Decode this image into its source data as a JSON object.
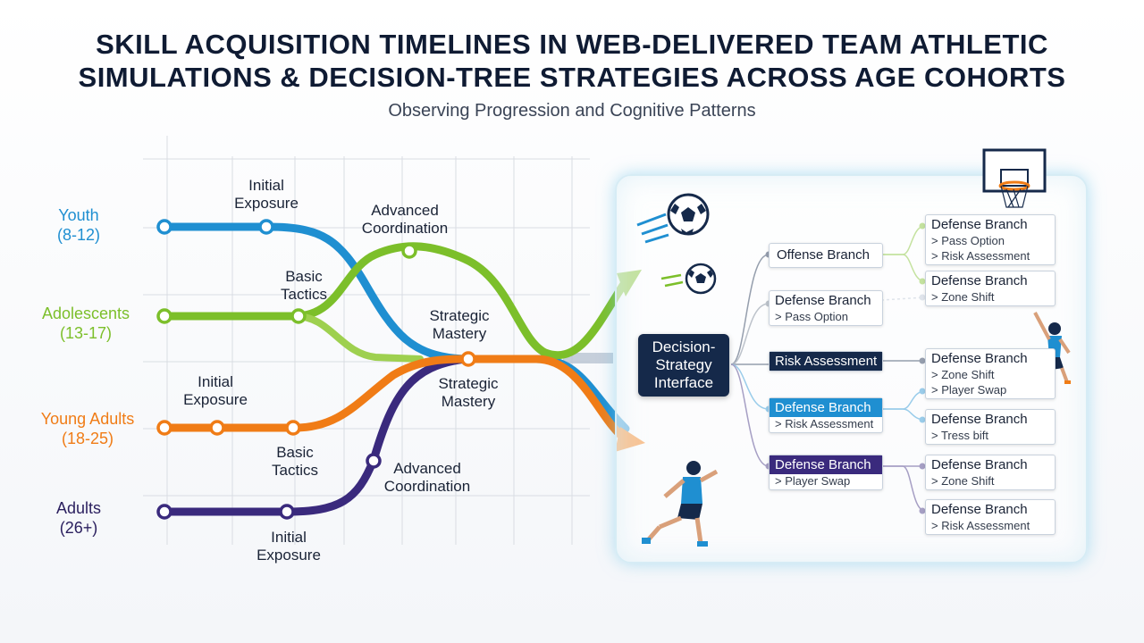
{
  "title_line1": "SKILL ACQUISITION TIMELINES IN WEB-DELIVERED TEAM ATHLETIC",
  "title_line2": "SIMULATIONS & DECISION-TREE STRATEGIES ACROSS AGE COHORTS",
  "subtitle": "Observing Progression and Cognitive Patterns",
  "colors": {
    "youth": "#1f8fd1",
    "adolescents": "#7cbf2a",
    "young_adults": "#f07c16",
    "adults": "#3a2a7d",
    "navy": "#15294a"
  },
  "cohorts": [
    {
      "name": "Youth",
      "range": "(8-12)"
    },
    {
      "name": "Adolescents",
      "range": "(13-17)"
    },
    {
      "name": "Young Adults",
      "range": "(18-25)"
    },
    {
      "name": "Adults",
      "range": "(26+)"
    }
  ],
  "stages": {
    "youth_initial": [
      "Initial",
      "Exposure"
    ],
    "advanced_top": [
      "Advanced",
      "Coordination"
    ],
    "basic_top": [
      "Basic",
      "Tactics"
    ],
    "strategic_top": [
      "Strategic",
      "Mastery"
    ],
    "initial_mid": [
      "Initial",
      "Exposure"
    ],
    "strategic_mid": [
      "Strategic",
      "Mastery"
    ],
    "basic_bottom": [
      "Basic",
      "Tactics"
    ],
    "advanced_bottom": [
      "Advanced",
      "Coordination"
    ],
    "initial_bottom": [
      "Initial",
      "Exposure"
    ]
  },
  "core": [
    "Decision-",
    "Strategy",
    "Interface"
  ],
  "tree": {
    "offense": {
      "title": "Offense Branch"
    },
    "defense_a": {
      "title": "Defense Branch",
      "sub": "> Pass Option"
    },
    "risk": {
      "title": "Risk Assessment"
    },
    "defense_b": {
      "title": "Defense Branch",
      "sub": "> Risk Assessment"
    },
    "defense_c": {
      "title": "Defense Branch",
      "sub": "> Player Swap"
    },
    "leaf1": {
      "title": "Defense Branch",
      "sub1": "> Pass Option",
      "sub2": "> Risk Assessment"
    },
    "leaf2": {
      "title": "Defense Branch",
      "sub1": "> Zone Shift"
    },
    "leaf3": {
      "title": "Defense Branch",
      "sub1": "> Zone Shift",
      "sub2": "> Player Swap"
    },
    "leaf4": {
      "title": "Defense Branch",
      "sub1": "> Tress bift"
    },
    "leaf5": {
      "title": "Defense Branch",
      "sub1": "> Zone Shift"
    },
    "leaf6": {
      "title": "Defense Branch",
      "sub1": "> Risk Assessment"
    }
  },
  "icons": [
    "soccer-ball-icon",
    "basketball-hoop-icon",
    "jumping-player-icon",
    "running-player-icon"
  ]
}
